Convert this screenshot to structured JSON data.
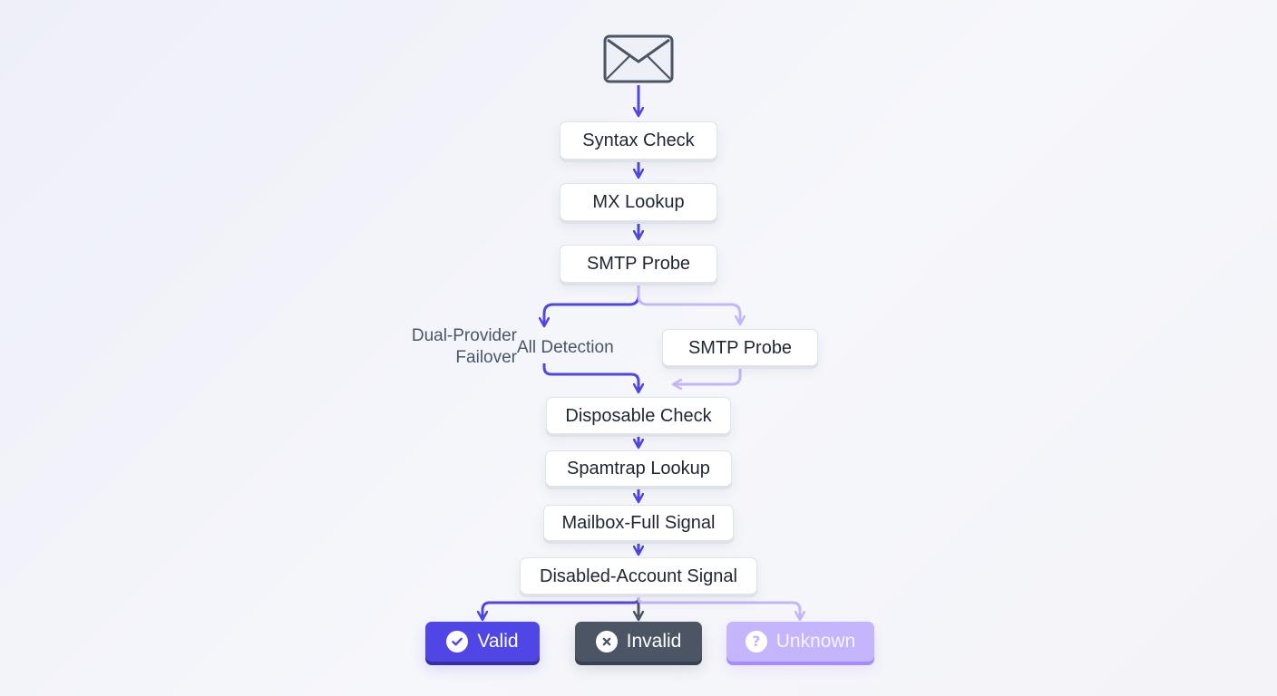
{
  "steps": {
    "syntax_check": "Syntax Check",
    "mx_lookup": "MX Lookup",
    "smtp_probe": "SMTP Probe",
    "smtp_probe_alt": "SMTP Probe",
    "disposable_check": "Disposable Check",
    "spamtrap_lookup": "Spamtrap Lookup",
    "mailbox_full_signal": "Mailbox-Full Signal",
    "disabled_account_signal": "Disabled-Account Signal"
  },
  "branch_labels": {
    "dual_provider_line1": "Dual-Provider",
    "dual_provider_line2": "Failover",
    "all_detection": "All Detection"
  },
  "results": {
    "valid": "Valid",
    "invalid": "Invalid",
    "unknown": "Unknown"
  },
  "icons": {
    "start": "envelope-icon",
    "valid": "check-circle-icon",
    "invalid": "x-circle-icon",
    "unknown": "question-circle-icon"
  },
  "colors": {
    "primary_flow": "#4f46e5",
    "secondary_flow": "#c4b5fd",
    "neutral_flow": "#4b5563",
    "valid": "#4f46e5",
    "invalid": "#4b5563",
    "unknown": "#c4b5fd"
  }
}
